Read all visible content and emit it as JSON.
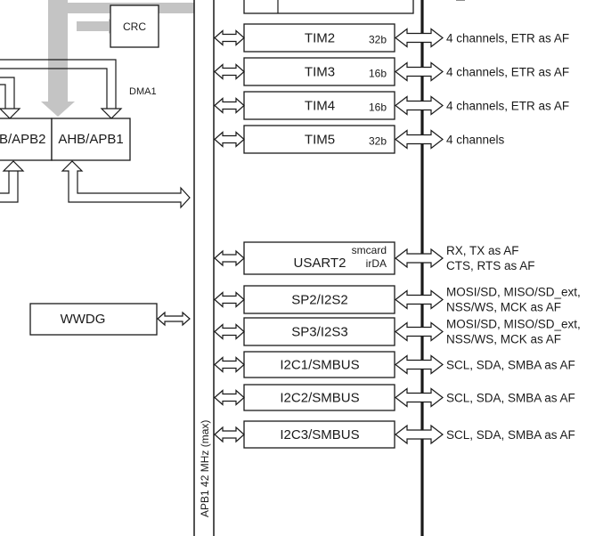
{
  "blocks": {
    "crc": "CRC",
    "dma1": "DMA1",
    "ahb_apb2": "B/APB2",
    "ahb_apb1": "AHB/APB1",
    "wwdg": "WWDG",
    "apb1_bus": "APB1 42 MHz (max)"
  },
  "peripherals": [
    {
      "name": "TIM2",
      "width": "32b",
      "signals": [
        "4 channels, ETR as AF"
      ]
    },
    {
      "name": "TIM3",
      "width": "16b",
      "signals": [
        "4 channels, ETR as AF"
      ]
    },
    {
      "name": "TIM4",
      "width": "16b",
      "signals": [
        "4 channels, ETR as AF"
      ]
    },
    {
      "name": "TIM5",
      "width": "32b",
      "signals": [
        "4 channels"
      ]
    },
    {
      "name": "USART2",
      "tags": [
        "smcard",
        "irDA"
      ],
      "signals": [
        "RX, TX as AF",
        "CTS, RTS as AF"
      ]
    },
    {
      "name": "SP2/I2S2",
      "signals": [
        "MOSI/SD, MISO/SD_ext,",
        "NSS/WS, MCK as AF"
      ]
    },
    {
      "name": "SP3/I2S3",
      "signals": [
        "MOSI/SD, MISO/SD_ext,",
        "NSS/WS, MCK as AF"
      ]
    },
    {
      "name": "I2C1/SMBUS",
      "signals": [
        "SCL, SDA, SMBA as AF"
      ]
    },
    {
      "name": "I2C2/SMBUS",
      "signals": [
        "SCL, SDA, SMBA as AF"
      ]
    },
    {
      "name": "I2C3/SMBUS",
      "signals": [
        "SCL, SDA, SMBA as AF"
      ]
    }
  ]
}
